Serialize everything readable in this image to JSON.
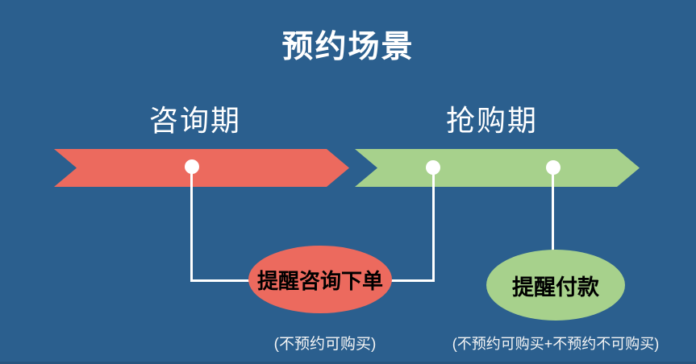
{
  "title": "预约场景",
  "phases": [
    {
      "label": "咨询期",
      "color": "#EC6A5E"
    },
    {
      "label": "抢购期",
      "color": "#A7D18C"
    }
  ],
  "callouts": [
    {
      "label": "提醒咨询下单",
      "color": "#EC6A5E"
    },
    {
      "label": "提醒付款",
      "color": "#A7D18C"
    }
  ],
  "captions": [
    "(不预约可购买)",
    "(不预约可购买+不预约不可购买)"
  ],
  "colors": {
    "background": "#2B5F8E",
    "red": "#EC6A5E",
    "green": "#A7D18C",
    "connector": "#FFFFFF",
    "title_text": "#FFFFFF",
    "callout_text": "#000000"
  }
}
